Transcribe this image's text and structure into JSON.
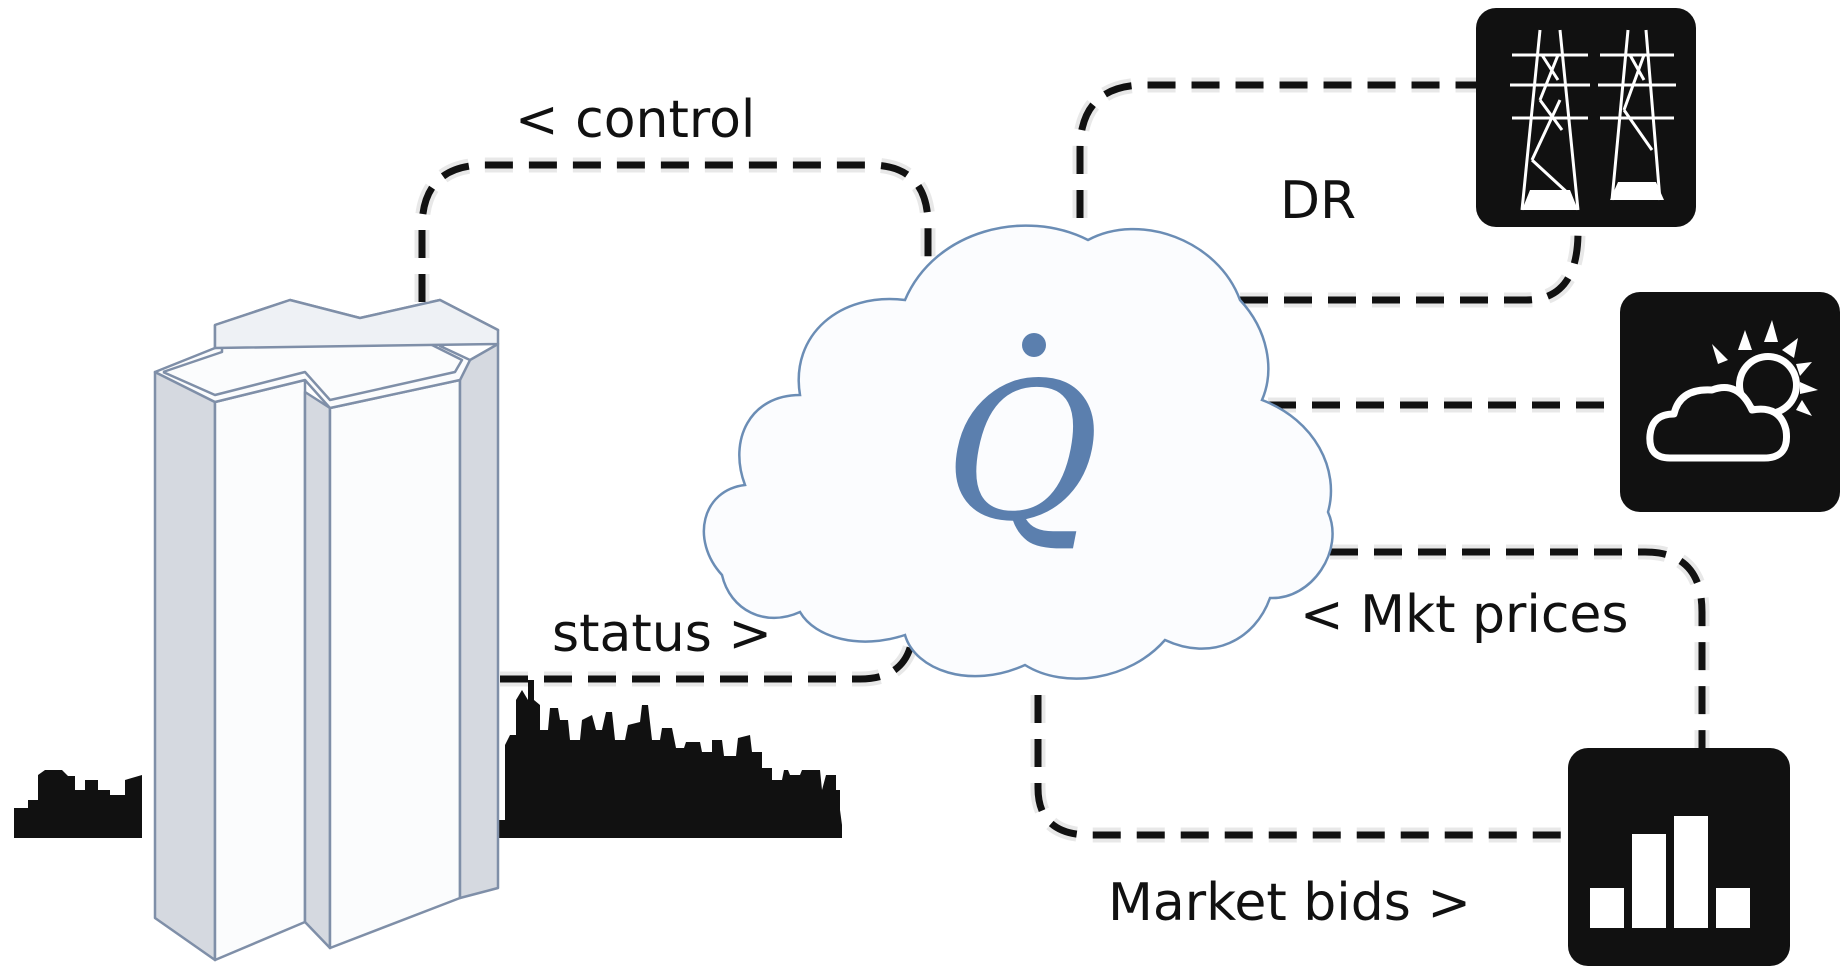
{
  "labels": {
    "control": "< control",
    "status": "status >",
    "dr": "DR",
    "mkt_prices": "< Mkt prices",
    "market_bids": "Market bids >"
  },
  "logo": {
    "letter": "Q",
    "color": "#5b7fae"
  },
  "icons": {
    "grid": "power-transmission-tower-icon",
    "weather": "partly-cloudy-sun-icon",
    "market": "bar-chart-icon"
  },
  "colors": {
    "cloud_stroke": "#6b8db5",
    "icon_tile": "#111111",
    "building_stroke": "#7f8fa8",
    "building_shade": "#d5d9e0",
    "skyline": "#111111"
  }
}
